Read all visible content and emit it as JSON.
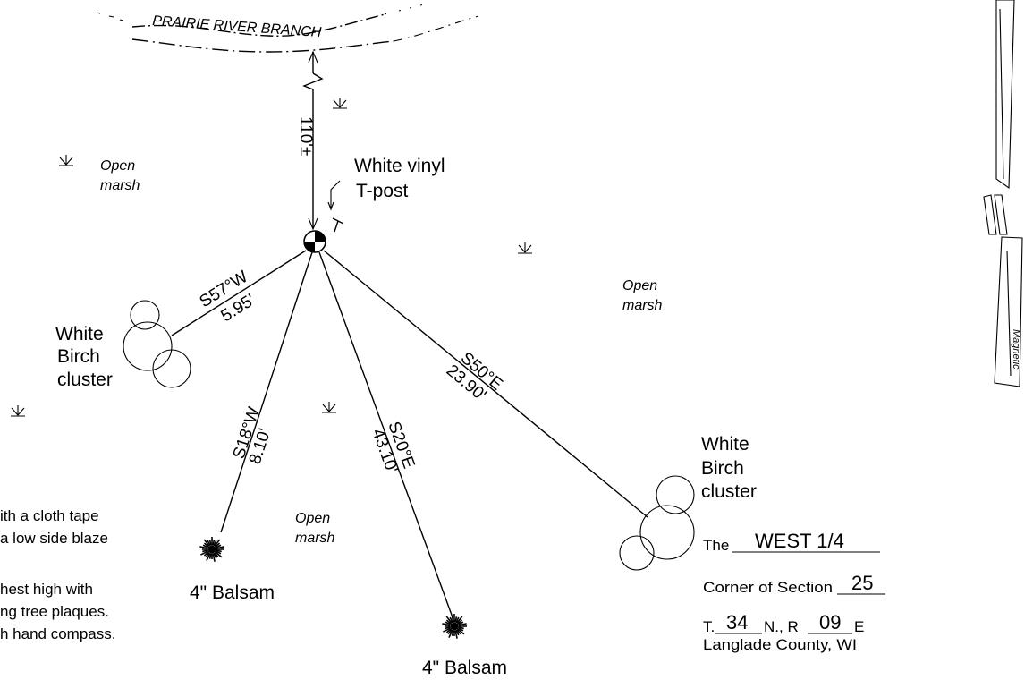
{
  "river": {
    "label": "PRAIRIE RIVER BRANCH"
  },
  "north_tie": {
    "distance": "110'±"
  },
  "corner_post": {
    "label_line1": "White vinyl",
    "label_line2": "T-post"
  },
  "bearing_trees": [
    {
      "id": "nw-birch",
      "bearing": "S57°W",
      "distance": "5.95'",
      "label_lines": [
        "White",
        "Birch",
        "cluster"
      ]
    },
    {
      "id": "sw-balsam",
      "bearing": "S18°W",
      "distance": "8.10'",
      "label": "4\" Balsam"
    },
    {
      "id": "s-balsam",
      "bearing": "S20°E",
      "distance": "43.10'",
      "label": "4\" Balsam"
    },
    {
      "id": "se-birch",
      "bearing": "S50°E",
      "distance": "23.90'",
      "label_lines": [
        "White",
        "Birch",
        "cluster"
      ]
    }
  ],
  "marsh_labels": [
    {
      "line1": "Open",
      "line2": "marsh"
    },
    {
      "line1": "Open",
      "line2": "marsh"
    },
    {
      "line1": "Open",
      "line2": "marsh"
    }
  ],
  "notes": {
    "line1": "ith a cloth tape",
    "line2": "a low side blaze",
    "line3": "hest high with",
    "line4": "ng tree plaques.",
    "line5": "h hand compass."
  },
  "title_block": {
    "prefix": "The",
    "corner_name": "WEST 1/4",
    "section_label": "Corner of Section",
    "section": "25",
    "t_label": "T.",
    "township": "34",
    "n_label": "N., R",
    "range": "09",
    "e_label": "E",
    "county": "Langlade County, WI"
  },
  "north_arrow": {
    "label": "Magnetic"
  }
}
